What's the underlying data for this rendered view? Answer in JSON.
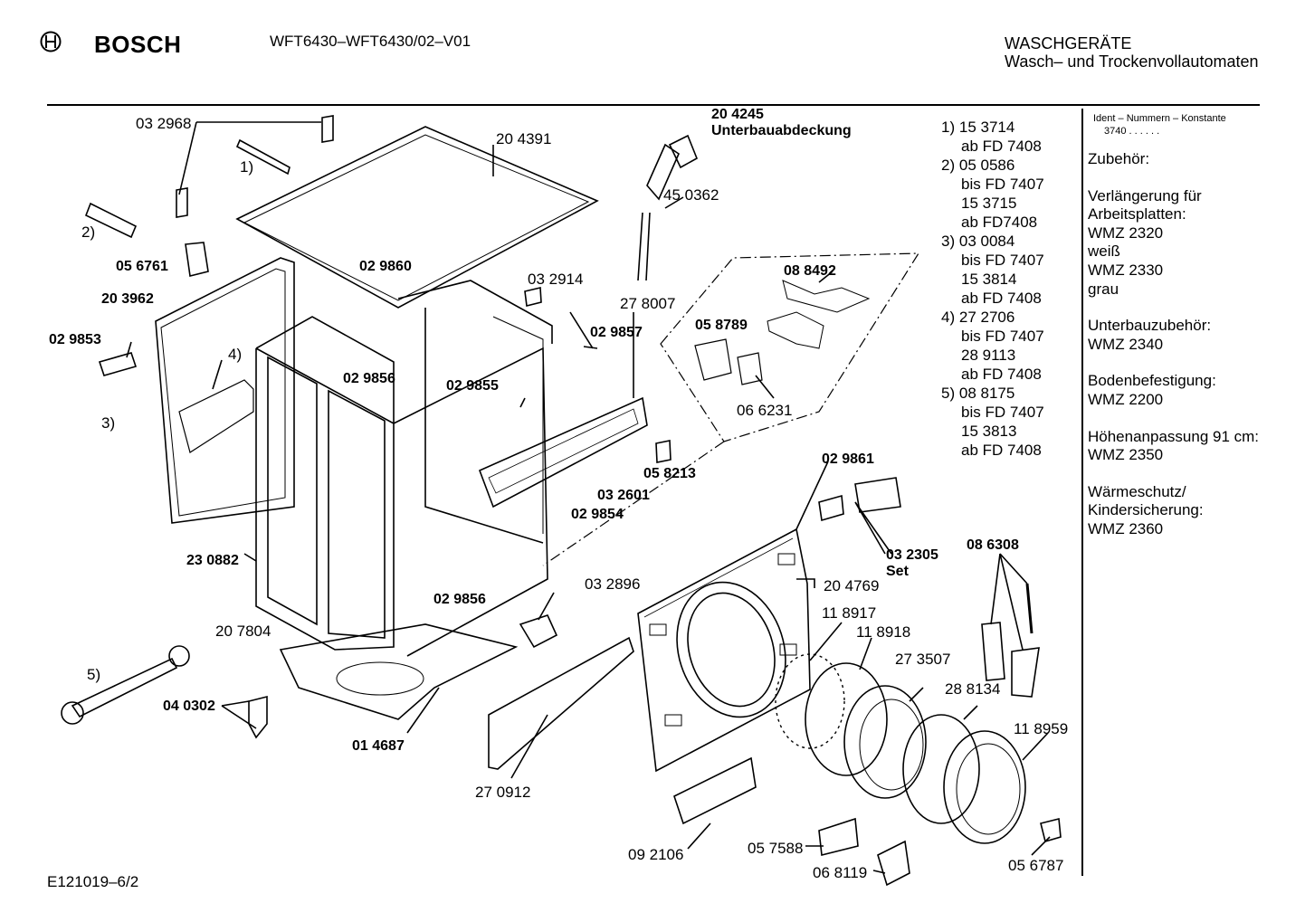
{
  "header": {
    "brand": "BOSCH",
    "model": "WFT6430–WFT6430/02–V01",
    "category_line1": "WASCHGERÄTE",
    "category_line2": "Wasch– und Trockenvollautomaten"
  },
  "part_labels": [
    {
      "id": "p1",
      "text": "03 2968",
      "bold": false
    },
    {
      "id": "p2",
      "text": "1)",
      "bold": false
    },
    {
      "id": "p3",
      "text": "2)",
      "bold": false
    },
    {
      "id": "p4",
      "text": "05 6761",
      "bold": true
    },
    {
      "id": "p5",
      "text": "20 3962",
      "bold": true
    },
    {
      "id": "p6",
      "text": "02 9853",
      "bold": true
    },
    {
      "id": "p7",
      "text": "4)",
      "bold": false
    },
    {
      "id": "p8",
      "text": "3)",
      "bold": false
    },
    {
      "id": "p9",
      "text": "20 4391",
      "bold": false
    },
    {
      "id": "p10",
      "text": "02 9860",
      "bold": true
    },
    {
      "id": "p11",
      "text": "02 9856",
      "bold": true
    },
    {
      "id": "p12",
      "text": "23 0882",
      "bold": true
    },
    {
      "id": "p13",
      "text": "20 7804",
      "bold": false
    },
    {
      "id": "p14",
      "text": "5)",
      "bold": false
    },
    {
      "id": "p15",
      "text": "04 0302",
      "bold": true
    },
    {
      "id": "p16",
      "text": "01 4687",
      "bold": true
    },
    {
      "id": "p17",
      "text": "02 9856",
      "bold": true
    },
    {
      "id": "p18",
      "text": "20 4245",
      "bold": true
    },
    {
      "id": "p19",
      "text": "Unterbauabdeckung",
      "bold": true
    },
    {
      "id": "p20",
      "text": "45 0362",
      "bold": false
    },
    {
      "id": "p21",
      "text": "03 2914",
      "bold": false
    },
    {
      "id": "p22",
      "text": "27 8007",
      "bold": false
    },
    {
      "id": "p23",
      "text": "02 9857",
      "bold": true
    },
    {
      "id": "p24",
      "text": "02 9855",
      "bold": true
    },
    {
      "id": "p25",
      "text": "03 2601",
      "bold": true
    },
    {
      "id": "p26",
      "text": "05 8213",
      "bold": true
    },
    {
      "id": "p27",
      "text": "02 9854",
      "bold": true
    },
    {
      "id": "p28",
      "text": "08 8492",
      "bold": true
    },
    {
      "id": "p29",
      "text": "05 8789",
      "bold": true
    },
    {
      "id": "p30",
      "text": "06 6231",
      "bold": false
    },
    {
      "id": "p31",
      "text": "03 2896",
      "bold": false
    },
    {
      "id": "p32",
      "text": "27 0912",
      "bold": false
    },
    {
      "id": "p33",
      "text": "02 9861",
      "bold": true
    },
    {
      "id": "p34",
      "text": "03 2305",
      "bold": true
    },
    {
      "id": "p35",
      "text": "Set",
      "bold": true
    },
    {
      "id": "p36",
      "text": "20 4769",
      "bold": false
    },
    {
      "id": "p37",
      "text": "08 6308",
      "bold": true
    },
    {
      "id": "p38",
      "text": "11 8917",
      "bold": false
    },
    {
      "id": "p39",
      "text": "11 8918",
      "bold": false
    },
    {
      "id": "p40",
      "text": "27 3507",
      "bold": false
    },
    {
      "id": "p41",
      "text": "28 8134",
      "bold": false
    },
    {
      "id": "p42",
      "text": "11 8959",
      "bold": false
    },
    {
      "id": "p43",
      "text": "09 2106",
      "bold": false
    },
    {
      "id": "p44",
      "text": "05 7588",
      "bold": false
    },
    {
      "id": "p45",
      "text": "06 8119",
      "bold": false
    },
    {
      "id": "p46",
      "text": "05 6787",
      "bold": false
    }
  ],
  "notes": [
    {
      "num": "1)",
      "lines": [
        "15 3714",
        "ab FD 7408"
      ]
    },
    {
      "num": "2)",
      "lines": [
        "05 0586",
        "bis FD 7407",
        "15 3715",
        "ab FD7408"
      ]
    },
    {
      "num": "3)",
      "lines": [
        "03 0084",
        "bis FD 7407",
        "15 3814",
        "ab FD 7408"
      ]
    },
    {
      "num": "4)",
      "lines": [
        "27 2706",
        "bis FD 7407",
        "28 9113",
        "ab FD 7408"
      ]
    },
    {
      "num": "5)",
      "lines": [
        "08 8175",
        "bis FD 7407",
        "15 3813",
        "ab FD 7408"
      ]
    }
  ],
  "sidebar": {
    "ident_title": "Ident – Nummern – Konstante",
    "ident_value": "3740 . . . . . .",
    "groups": [
      [
        "Zubehör:"
      ],
      [
        "Verlängerung für",
        "Arbeitsplatten:",
        "WMZ 2320",
        "weiß",
        "WMZ 2330",
        "grau"
      ],
      [
        "Unterbauzubehör:",
        "WMZ 2340"
      ],
      [
        "Bodenbefestigung:",
        "WMZ 2200"
      ],
      [
        "Höhenanpassung 91 cm:",
        "WMZ 2350"
      ],
      [
        "Wärmeschutz/",
        "Kindersicherung:",
        "WMZ 2360"
      ]
    ]
  },
  "footer": {
    "code": "E121019–6/2"
  }
}
